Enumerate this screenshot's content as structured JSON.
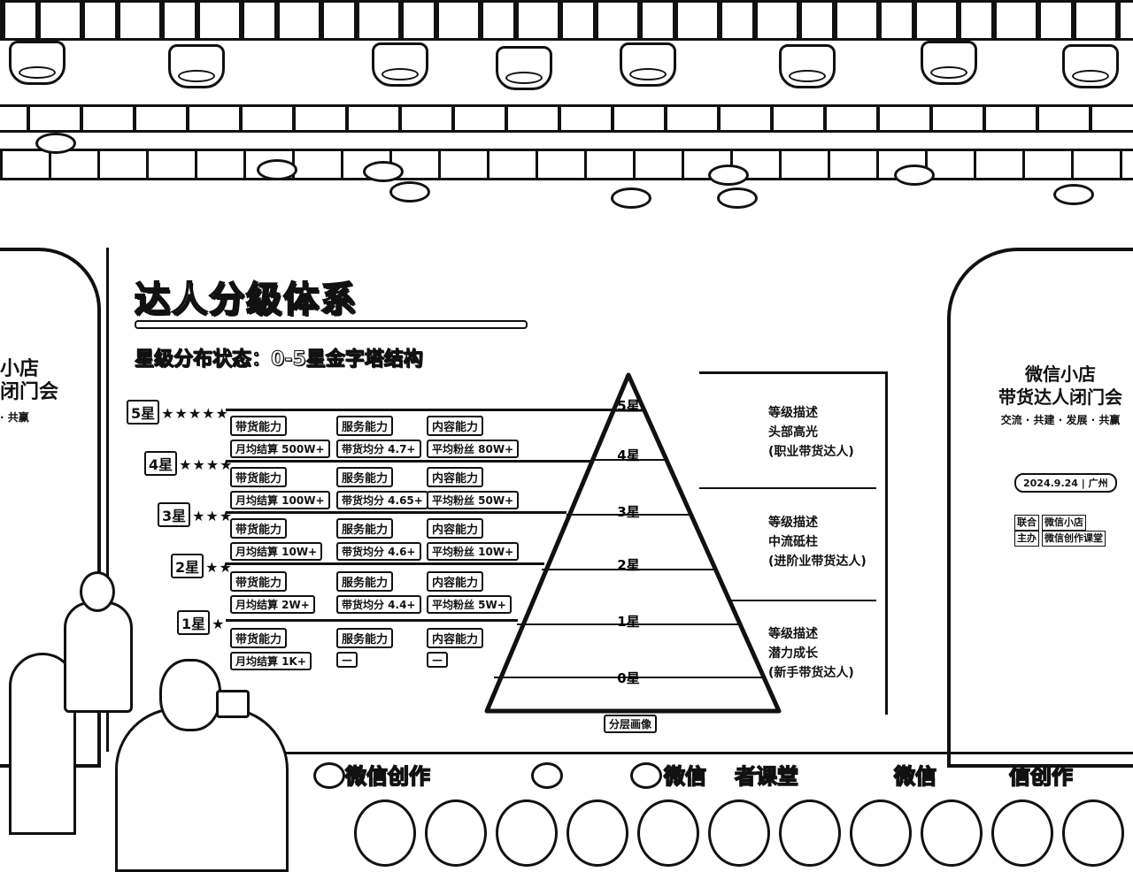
{
  "slide": {
    "title": "达人分级体系",
    "subtitle": "星级分布状态：0-5星金字塔结构"
  },
  "levels": [
    {
      "label": "5星",
      "stars": "★★★★★",
      "cells": [
        {
          "label": "带货能力",
          "value": "月均结算 500W+"
        },
        {
          "label": "服务能力",
          "value": "带货均分 4.7+"
        },
        {
          "label": "内容能力",
          "value": "平均粉丝 80W+"
        }
      ]
    },
    {
      "label": "4星",
      "stars": "★★★★",
      "cells": [
        {
          "label": "带货能力",
          "value": "月均结算 100W+"
        },
        {
          "label": "服务能力",
          "value": "带货均分 4.65+"
        },
        {
          "label": "内容能力",
          "value": "平均粉丝 50W+"
        }
      ]
    },
    {
      "label": "3星",
      "stars": "★★★",
      "cells": [
        {
          "label": "带货能力",
          "value": "月均结算 10W+"
        },
        {
          "label": "服务能力",
          "value": "带货均分 4.6+"
        },
        {
          "label": "内容能力",
          "value": "平均粉丝 10W+"
        }
      ]
    },
    {
      "label": "2星",
      "stars": "★★",
      "cells": [
        {
          "label": "带货能力",
          "value": "月均结算 2W+"
        },
        {
          "label": "服务能力",
          "value": "带货均分 4.4+"
        },
        {
          "label": "内容能力",
          "value": "平均粉丝 5W+"
        }
      ]
    },
    {
      "label": "1星",
      "stars": "★",
      "cells": [
        {
          "label": "带货能力",
          "value": "月均结算 1K+"
        },
        {
          "label": "服务能力",
          "value": "—"
        },
        {
          "label": "内容能力",
          "value": "—"
        }
      ]
    }
  ],
  "pyramid": {
    "tiers": [
      "5星",
      "4星",
      "3星",
      "2星",
      "1星",
      "0星"
    ],
    "caption": "分层画像"
  },
  "descriptions": [
    {
      "heading": "等级描述",
      "line1": "头部高光",
      "line2": "(职业带货达人)"
    },
    {
      "heading": "等级描述",
      "line1": "中流砥柱",
      "line2": "(进阶业带货达人)"
    },
    {
      "heading": "等级描述",
      "line1": "潜力成长",
      "line2": "(新手带货达人)"
    }
  ],
  "side_screen": {
    "line1": "微信小店",
    "line2": "带货达人闭门会",
    "tagline": "交流 · 共建 · 发展 · 共赢",
    "date": "2024.9.24 | 广州",
    "org1_label": "联合",
    "org1_value": "微信小店",
    "org2_label": "主办",
    "org2_value": "微信创作课堂"
  },
  "left_fragment": {
    "line1": "小店",
    "line2": "闭门会",
    "tagline": "· 共赢"
  },
  "banner": {
    "items": [
      "微信创作",
      "微信",
      "者课堂",
      "微信",
      "信创作"
    ]
  }
}
